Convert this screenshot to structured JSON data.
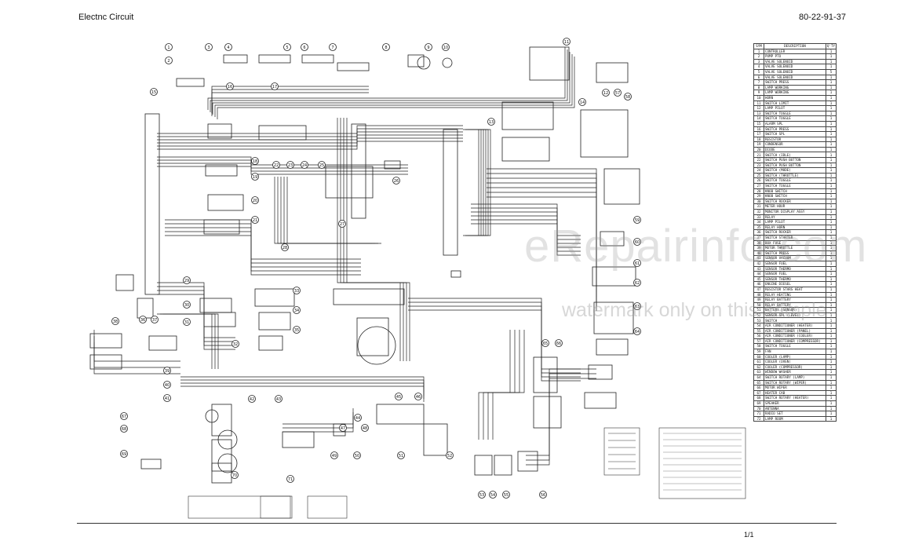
{
  "header": {
    "title": "Electnc Circuit",
    "code": "80-22-91-37"
  },
  "footer": {
    "page": "1/1"
  },
  "watermark": {
    "line1": "eRepairinfo.com",
    "line2": "watermark only on this sample"
  },
  "parts_table": {
    "headers": {
      "sym": "SYM",
      "description": "DESCRIPTION",
      "qty": "Q'TY"
    },
    "rows": [
      {
        "sym": "1",
        "description": "CONTROLLER",
        "qty": "1"
      },
      {
        "sym": "2",
        "description": "PUMP PTO",
        "qty": "1"
      },
      {
        "sym": "3",
        "description": "VALVE SOLENOID",
        "qty": "1"
      },
      {
        "sym": "4",
        "description": "VALVE SOLENOID",
        "qty": "1"
      },
      {
        "sym": "5",
        "description": "VALVE SOLENOID",
        "qty": "5"
      },
      {
        "sym": "6",
        "description": "VALVE SOLENOID",
        "qty": "1"
      },
      {
        "sym": "7",
        "description": "SWITCH PRESS",
        "qty": "1"
      },
      {
        "sym": "8",
        "description": "LAMP WORKING",
        "qty": "1"
      },
      {
        "sym": "9",
        "description": "LAMP WORKING",
        "qty": "1"
      },
      {
        "sym": "10",
        "description": "HORN",
        "qty": "1"
      },
      {
        "sym": "11",
        "description": "SWITCH LIMIT",
        "qty": "1"
      },
      {
        "sym": "12",
        "description": "LAMP PILOT",
        "qty": "1"
      },
      {
        "sym": "13",
        "description": "SWITCH TOGGLE",
        "qty": "1"
      },
      {
        "sym": "14",
        "description": "SWITCH TOGGLE",
        "qty": "1"
      },
      {
        "sym": "15",
        "description": "ALARM SPL",
        "qty": "1"
      },
      {
        "sym": "16",
        "description": "SWITCH PRESS",
        "qty": "1"
      },
      {
        "sym": "17",
        "description": "SWITCH SPL",
        "qty": "1"
      },
      {
        "sym": "18",
        "description": "RESISTOR",
        "qty": "1"
      },
      {
        "sym": "19",
        "description": "CONDENSOR",
        "qty": "1"
      },
      {
        "sym": "20",
        "description": "DIODE",
        "qty": "1"
      },
      {
        "sym": "21",
        "description": "SWITCH (IDLE)",
        "qty": "1"
      },
      {
        "sym": "22",
        "description": "SWITCH PUSH BUTTON",
        "qty": "1"
      },
      {
        "sym": "23",
        "description": "SWITCH PUSH BUTTON",
        "qty": "1"
      },
      {
        "sym": "24",
        "description": "SWITCH (MODE)",
        "qty": "1"
      },
      {
        "sym": "25",
        "description": "SWITCH (THROTTLE)",
        "qty": "1"
      },
      {
        "sym": "26",
        "description": "SWITCH TOGGLE",
        "qty": "1"
      },
      {
        "sym": "27",
        "description": "SWITCH TOGGLE",
        "qty": "1"
      },
      {
        "sym": "28",
        "description": "KNOB SWITCH",
        "qty": "1"
      },
      {
        "sym": "29",
        "description": "KNOB SWITCH",
        "qty": "1"
      },
      {
        "sym": "30",
        "description": "SWITCH ROCKER",
        "qty": "1"
      },
      {
        "sym": "31",
        "description": "METER HOUR",
        "qty": "1"
      },
      {
        "sym": "32",
        "description": "MONITOR DISPLAY ASSY",
        "qty": "1"
      },
      {
        "sym": "33",
        "description": "RELAY",
        "qty": "1"
      },
      {
        "sym": "34",
        "description": "LAMP PILOT",
        "qty": "1"
      },
      {
        "sym": "35",
        "description": "RELAY HORN",
        "qty": "1"
      },
      {
        "sym": "36",
        "description": "SWITCH ROCKER",
        "qty": "1"
      },
      {
        "sym": "37",
        "description": "SWITCH STARTER",
        "qty": "1"
      },
      {
        "sym": "38",
        "description": "BOX FUSE",
        "qty": "1"
      },
      {
        "sym": "39",
        "description": "MOTOR THROTTLE",
        "qty": "1"
      },
      {
        "sym": "40",
        "description": "SWITCH PRESS",
        "qty": "1"
      },
      {
        "sym": "41",
        "description": "SENSOR VACUUM",
        "qty": "1"
      },
      {
        "sym": "42",
        "description": "SENSOR FUEL",
        "qty": "1"
      },
      {
        "sym": "43",
        "description": "SENSOR THERMO",
        "qty": "1"
      },
      {
        "sym": "44",
        "description": "SENSOR FUEL",
        "qty": "1"
      },
      {
        "sym": "45",
        "description": "SENSOR THERMO",
        "qty": "1"
      },
      {
        "sym": "46",
        "description": "ENGINE DIESEL",
        "qty": "1"
      },
      {
        "sym": "47",
        "description": "RESISTOR STARS HEAT",
        "qty": "1"
      },
      {
        "sym": "48",
        "description": "RELAY HEATING",
        "qty": "1"
      },
      {
        "sym": "49",
        "description": "RELAY BATTERY",
        "qty": "1"
      },
      {
        "sym": "50",
        "description": "RELAY BATTERY",
        "qty": "1"
      },
      {
        "sym": "51",
        "description": "BATTERY (SENSOR)",
        "qty": "1"
      },
      {
        "sym": "52",
        "description": "SENSOR SPL (LEVEL)",
        "qty": "1"
      },
      {
        "sym": "53",
        "description": "SWITCH",
        "qty": "1"
      },
      {
        "sym": "54",
        "description": "AIR CONDITIONER (HEATER)",
        "qty": "1"
      },
      {
        "sym": "55",
        "description": "AIR CONDITIONER (PANEL)",
        "qty": "1"
      },
      {
        "sym": "56",
        "description": "AIR CONDITIONER (COOLER)",
        "qty": "1"
      },
      {
        "sym": "57",
        "description": "AIR CONDITIONER (COMPRESSOR)",
        "qty": "1"
      },
      {
        "sym": "58",
        "description": "SWITCH TOGGLE",
        "qty": "1"
      },
      {
        "sym": "59",
        "description": "FAN",
        "qty": "1"
      },
      {
        "sym": "60",
        "description": "COOLER (LAMP)",
        "qty": "1"
      },
      {
        "sym": "61",
        "description": "COOLER (OVEN)",
        "qty": "1"
      },
      {
        "sym": "62",
        "description": "COOLER (COMPRESSOR)",
        "qty": "1"
      },
      {
        "sym": "63",
        "description": "WINDOW WASHER",
        "qty": "1"
      },
      {
        "sym": "64",
        "description": "SWITCH ROTARY (LAMP)",
        "qty": "1"
      },
      {
        "sym": "65",
        "description": "SWITCH ROTARY (WIPER)",
        "qty": "1"
      },
      {
        "sym": "66",
        "description": "MOTOR WIPER",
        "qty": "1"
      },
      {
        "sym": "67",
        "description": "HEATER CAB",
        "qty": "1"
      },
      {
        "sym": "68",
        "description": "SWITCH ROTARY (HEATER)",
        "qty": "1"
      },
      {
        "sym": "69",
        "description": "SPEAKER",
        "qty": "1"
      },
      {
        "sym": "70",
        "description": "ANTENNA",
        "qty": "1"
      },
      {
        "sym": "71",
        "description": "RADIO SET",
        "qty": "1"
      },
      {
        "sym": "72",
        "description": "LAMP ROOM",
        "qty": "1"
      }
    ]
  },
  "component_labels": [
    "1",
    "2",
    "3",
    "4",
    "5",
    "6",
    "7",
    "8",
    "9",
    "10",
    "11",
    "12",
    "13",
    "14",
    "15",
    "16",
    "17",
    "18",
    "19",
    "20",
    "21",
    "22",
    "23",
    "24",
    "25",
    "26",
    "27",
    "28",
    "29",
    "30",
    "31",
    "32",
    "33",
    "34",
    "35",
    "36",
    "37",
    "38",
    "39",
    "40",
    "41",
    "42",
    "43",
    "44",
    "45",
    "46",
    "47",
    "48",
    "49",
    "50",
    "51",
    "52",
    "53",
    "54",
    "55",
    "56",
    "57",
    "58",
    "59",
    "60",
    "61",
    "62",
    "63",
    "64",
    "65",
    "66",
    "67",
    "68",
    "69",
    "70",
    "71"
  ]
}
